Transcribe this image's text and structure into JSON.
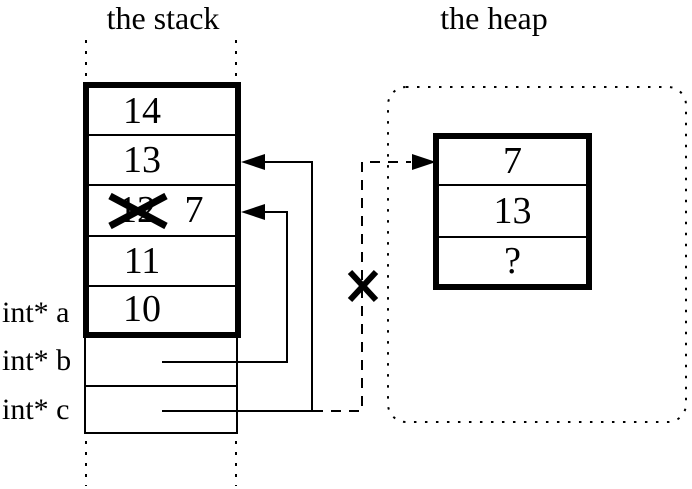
{
  "colors": {
    "ink": "#000000",
    "background": "#ffffff"
  },
  "stack": {
    "title": "the stack",
    "cells": [
      {
        "value": "14"
      },
      {
        "value": "13"
      },
      {
        "old_value": "12",
        "new_value": "7",
        "crossed_out": true
      },
      {
        "value": "11"
      },
      {
        "value": "10"
      }
    ],
    "pointer_labels": {
      "a": "int* a",
      "b": "int* b",
      "c": "int* c"
    }
  },
  "heap": {
    "title": "the heap",
    "cells": [
      "7",
      "13",
      "?"
    ]
  }
}
